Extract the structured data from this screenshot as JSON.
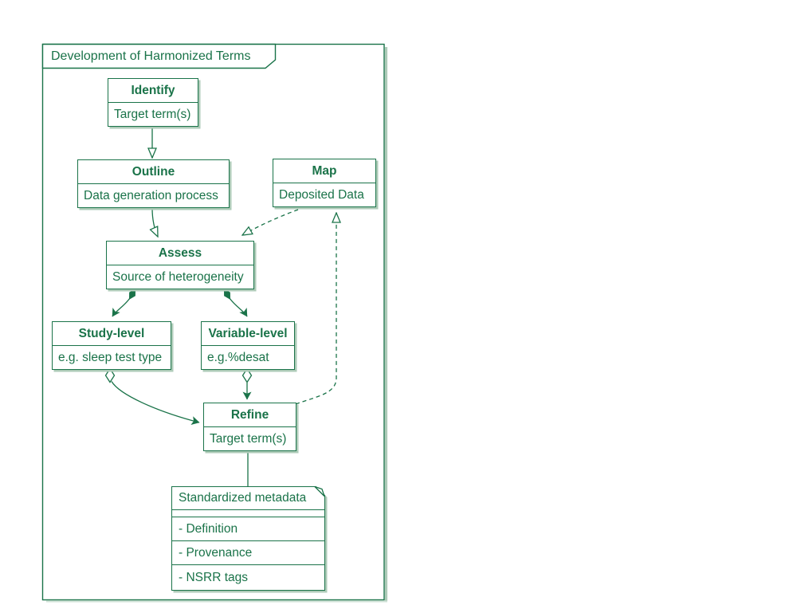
{
  "frame": {
    "title": "Development of Harmonized Terms"
  },
  "nodes": {
    "identify": {
      "title": "Identify",
      "body": "Target term(s)"
    },
    "outline": {
      "title": "Outline",
      "body": "Data generation process"
    },
    "map": {
      "title": "Map",
      "body": "Deposited Data"
    },
    "assess": {
      "title": "Assess",
      "body": "Source of heterogeneity"
    },
    "study": {
      "title": "Study-level",
      "body": "e.g. sleep test type"
    },
    "variable": {
      "title": "Variable-level",
      "body": "e.g.%desat"
    },
    "refine": {
      "title": "Refine",
      "body": "Target term(s)"
    }
  },
  "note": {
    "title": "Standardized metadata",
    "items": [
      "- Definition",
      "- Provenance",
      "- NSRR tags"
    ]
  },
  "edges": [
    {
      "from": "identify",
      "to": "outline",
      "style": "solid",
      "arrow": "hollow-triangle"
    },
    {
      "from": "outline",
      "to": "assess",
      "style": "solid",
      "arrow": "hollow-triangle"
    },
    {
      "from": "map",
      "to": "assess",
      "style": "dashed",
      "arrow": "hollow-triangle"
    },
    {
      "from": "assess",
      "to": "study",
      "style": "solid",
      "arrow": "solid-v",
      "source_decoration": "filled-diamond"
    },
    {
      "from": "assess",
      "to": "variable",
      "style": "solid",
      "arrow": "solid-v",
      "source_decoration": "filled-diamond"
    },
    {
      "from": "study",
      "to": "refine",
      "style": "solid",
      "arrow": "solid-v",
      "source_decoration": "hollow-diamond"
    },
    {
      "from": "variable",
      "to": "refine",
      "style": "solid",
      "arrow": "solid-v",
      "source_decoration": "hollow-diamond"
    },
    {
      "from": "refine",
      "to": "map",
      "style": "dashed",
      "arrow": "hollow-triangle"
    },
    {
      "from": "refine",
      "to": "note",
      "style": "solid",
      "arrow": "none"
    }
  ],
  "colors": {
    "green": "#1a7349",
    "shadow": "#aecbb8",
    "background": "#ffffff"
  }
}
